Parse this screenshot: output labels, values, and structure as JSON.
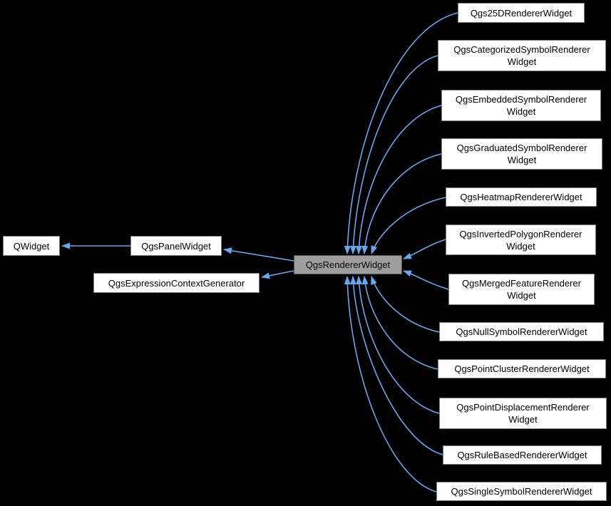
{
  "diagram": {
    "title": "QgsRendererWidget inheritance graph",
    "background": "#000000",
    "edge_color": "#64a9f0",
    "node_fill": "#ffffff",
    "node_border": "#7d7d7d",
    "highlight_fill": "#9e9e9e",
    "highlight_border": "#565656",
    "text_color": "#000000"
  },
  "nodes": [
    {
      "id": "qwidget",
      "label": "QWidget"
    },
    {
      "id": "qgspanelwidget",
      "label": "QgsPanelWidget"
    },
    {
      "id": "qgsexpressioncontextgenerator",
      "label": "QgsExpressionContextGenerator"
    },
    {
      "id": "qgsrendererwidget",
      "label": "QgsRendererWidget",
      "highlight": true
    },
    {
      "id": "qgs25drendererwidget",
      "label": "Qgs25DRendererWidget"
    },
    {
      "id": "qgscategorizedsymbolrendererwidget",
      "label": "QgsCategorizedSymbolRenderer\nWidget"
    },
    {
      "id": "qgsembeddedsymbolrendererwidget",
      "label": "QgsEmbeddedSymbolRenderer\nWidget"
    },
    {
      "id": "qgsgraduatedsymbolrendererwidget",
      "label": "QgsGraduatedSymbolRenderer\nWidget"
    },
    {
      "id": "qgsheatmaprendererwidget",
      "label": "QgsHeatmapRendererWidget"
    },
    {
      "id": "qgsinvertedpolygonrendererwidget",
      "label": "QgsInvertedPolygonRenderer\nWidget"
    },
    {
      "id": "qgsmergedfeaturerendererwidget",
      "label": "QgsMergedFeatureRenderer\nWidget"
    },
    {
      "id": "qgsnullsymbolrendererwidget",
      "label": "QgsNullSymbolRendererWidget"
    },
    {
      "id": "qgspointclusterrendererwidget",
      "label": "QgsPointClusterRendererWidget"
    },
    {
      "id": "qgspointdisplacementrendererwidget",
      "label": "QgsPointDisplacementRenderer\nWidget"
    },
    {
      "id": "qgsrulebasedrendererwidget",
      "label": "QgsRuleBasedRendererWidget"
    },
    {
      "id": "qgssinglesymbolrendererwidget",
      "label": "QgsSingleSymbolRendererWidget"
    }
  ],
  "edges": [
    {
      "from": "QgsPanelWidget",
      "to": "QWidget"
    },
    {
      "from": "QgsRendererWidget",
      "to": "QgsPanelWidget"
    },
    {
      "from": "QgsRendererWidget",
      "to": "QgsExpressionContextGenerator"
    },
    {
      "from": "Qgs25DRendererWidget",
      "to": "QgsRendererWidget"
    },
    {
      "from": "QgsCategorizedSymbolRendererWidget",
      "to": "QgsRendererWidget"
    },
    {
      "from": "QgsEmbeddedSymbolRendererWidget",
      "to": "QgsRendererWidget"
    },
    {
      "from": "QgsGraduatedSymbolRendererWidget",
      "to": "QgsRendererWidget"
    },
    {
      "from": "QgsHeatmapRendererWidget",
      "to": "QgsRendererWidget"
    },
    {
      "from": "QgsInvertedPolygonRendererWidget",
      "to": "QgsRendererWidget"
    },
    {
      "from": "QgsMergedFeatureRendererWidget",
      "to": "QgsRendererWidget"
    },
    {
      "from": "QgsNullSymbolRendererWidget",
      "to": "QgsRendererWidget"
    },
    {
      "from": "QgsPointClusterRendererWidget",
      "to": "QgsRendererWidget"
    },
    {
      "from": "QgsPointDisplacementRendererWidget",
      "to": "QgsRendererWidget"
    },
    {
      "from": "QgsRuleBasedRendererWidget",
      "to": "QgsRendererWidget"
    },
    {
      "from": "QgsSingleSymbolRendererWidget",
      "to": "QgsRendererWidget"
    }
  ]
}
